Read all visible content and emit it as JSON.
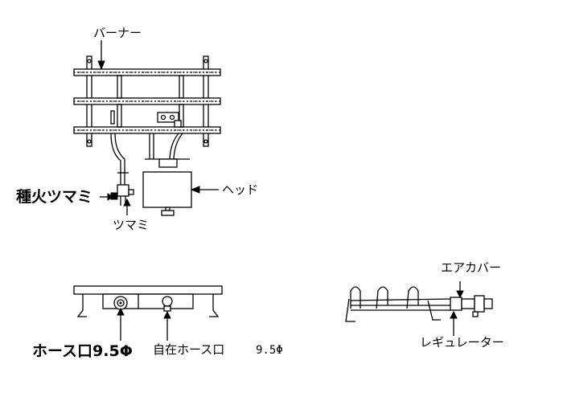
{
  "labels": {
    "burner": "バーナー",
    "head": "ヘッド",
    "pilot_knob": "種火ツマミ",
    "knob": "ツマミ",
    "hose_port": "ホース口9.5Φ",
    "swivel_hose_port": "自在ホース口",
    "swivel_hose_size": "9.5Φ",
    "air_cover": "エアカバー",
    "regulator": "レギュレーター"
  }
}
